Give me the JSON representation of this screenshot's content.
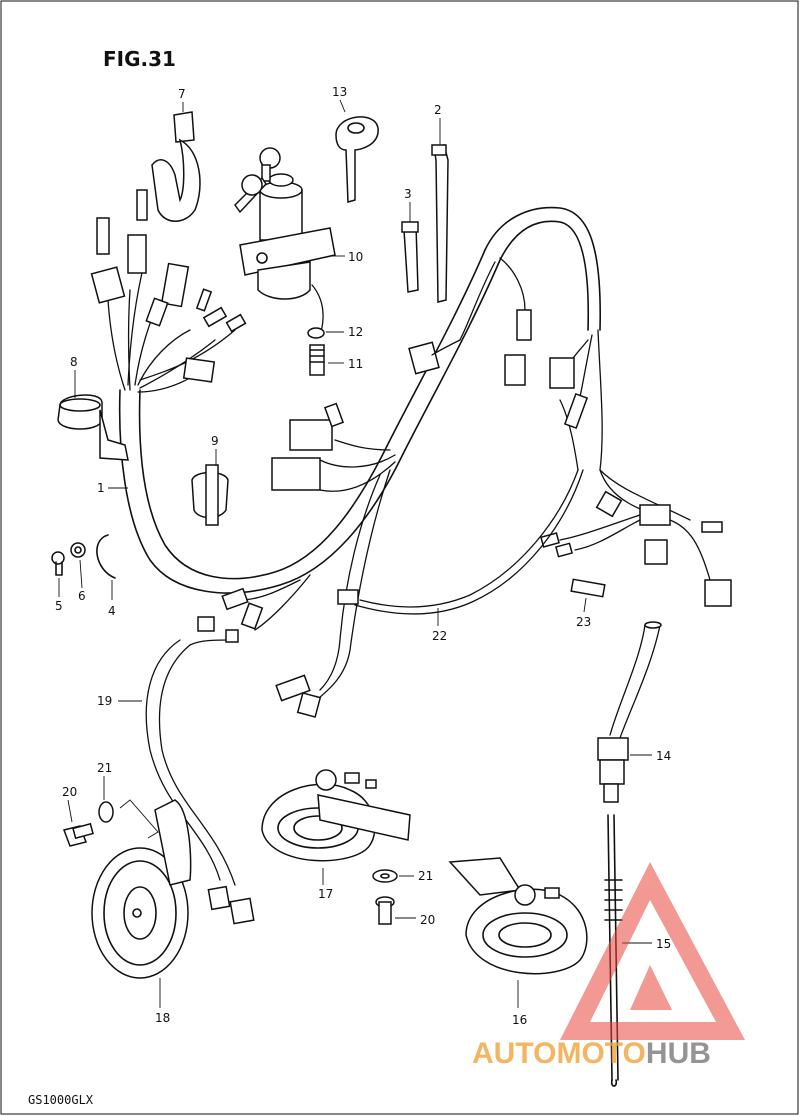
{
  "figure": {
    "title": "FIG.31",
    "model_code": "GS1000GLX"
  },
  "watermark": {
    "brand_part1": "AUTOMOTO",
    "brand_part2": "HUB",
    "color_primary": "#f2a33a",
    "color_secondary": "#7a7a7a",
    "logo_color": "#e8473b"
  },
  "callouts": [
    {
      "id": "c1",
      "label": "1"
    },
    {
      "id": "c2",
      "label": "2"
    },
    {
      "id": "c3",
      "label": "3"
    },
    {
      "id": "c4",
      "label": "4"
    },
    {
      "id": "c5",
      "label": "5"
    },
    {
      "id": "c6",
      "label": "6"
    },
    {
      "id": "c7",
      "label": "7"
    },
    {
      "id": "c8",
      "label": "8"
    },
    {
      "id": "c9",
      "label": "9"
    },
    {
      "id": "c10",
      "label": "10"
    },
    {
      "id": "c11",
      "label": "11"
    },
    {
      "id": "c12",
      "label": "12"
    },
    {
      "id": "c13",
      "label": "13"
    },
    {
      "id": "c14",
      "label": "14"
    },
    {
      "id": "c15",
      "label": "15"
    },
    {
      "id": "c16",
      "label": "16"
    },
    {
      "id": "c17",
      "label": "17"
    },
    {
      "id": "c18",
      "label": "18"
    },
    {
      "id": "c19",
      "label": "19"
    },
    {
      "id": "c20a",
      "label": "20"
    },
    {
      "id": "c20b",
      "label": "20"
    },
    {
      "id": "c21a",
      "label": "21"
    },
    {
      "id": "c21b",
      "label": "21"
    },
    {
      "id": "c22",
      "label": "22"
    },
    {
      "id": "c23",
      "label": "23"
    }
  ]
}
